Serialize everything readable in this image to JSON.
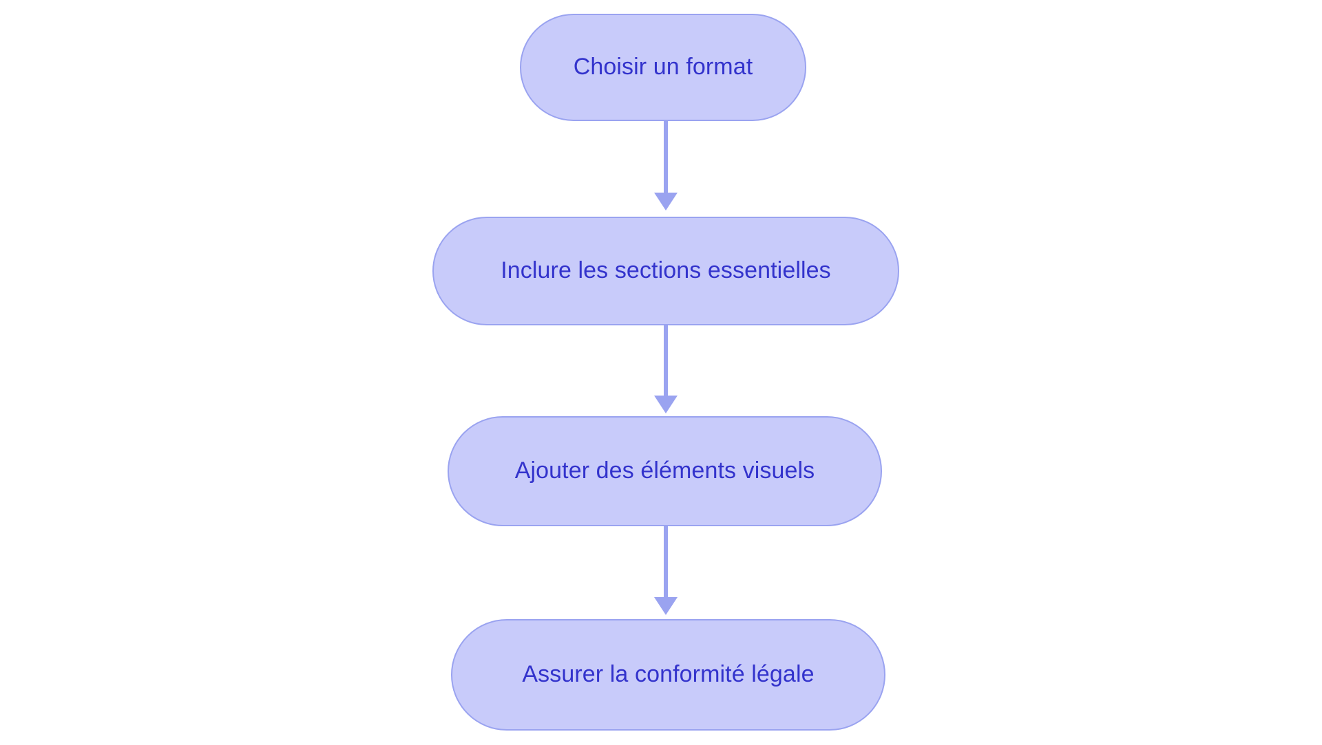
{
  "diagram": {
    "type": "flowchart",
    "orientation": "vertical-top-down",
    "background_color": "#ffffff",
    "node_fill_color": "#c8cbfa",
    "node_border_color": "#9aa3f0",
    "node_text_color": "#3333cc",
    "edge_color": "#9aa3f0",
    "node_shape": "pill",
    "nodes": [
      {
        "id": "node-0",
        "label": "Choisir un format"
      },
      {
        "id": "node-1",
        "label": "Inclure les sections essentielles"
      },
      {
        "id": "node-2",
        "label": "Ajouter des éléments visuels"
      },
      {
        "id": "node-3",
        "label": "Assurer la conformité légale"
      }
    ],
    "edges": [
      {
        "id": "edge-0",
        "from": "node-0",
        "to": "node-1",
        "label": "",
        "arrow": "down-arrow-icon"
      },
      {
        "id": "edge-1",
        "from": "node-1",
        "to": "node-2",
        "label": "",
        "arrow": "down-arrow-icon"
      },
      {
        "id": "edge-2",
        "from": "node-2",
        "to": "node-3",
        "label": "",
        "arrow": "down-arrow-icon"
      }
    ]
  }
}
